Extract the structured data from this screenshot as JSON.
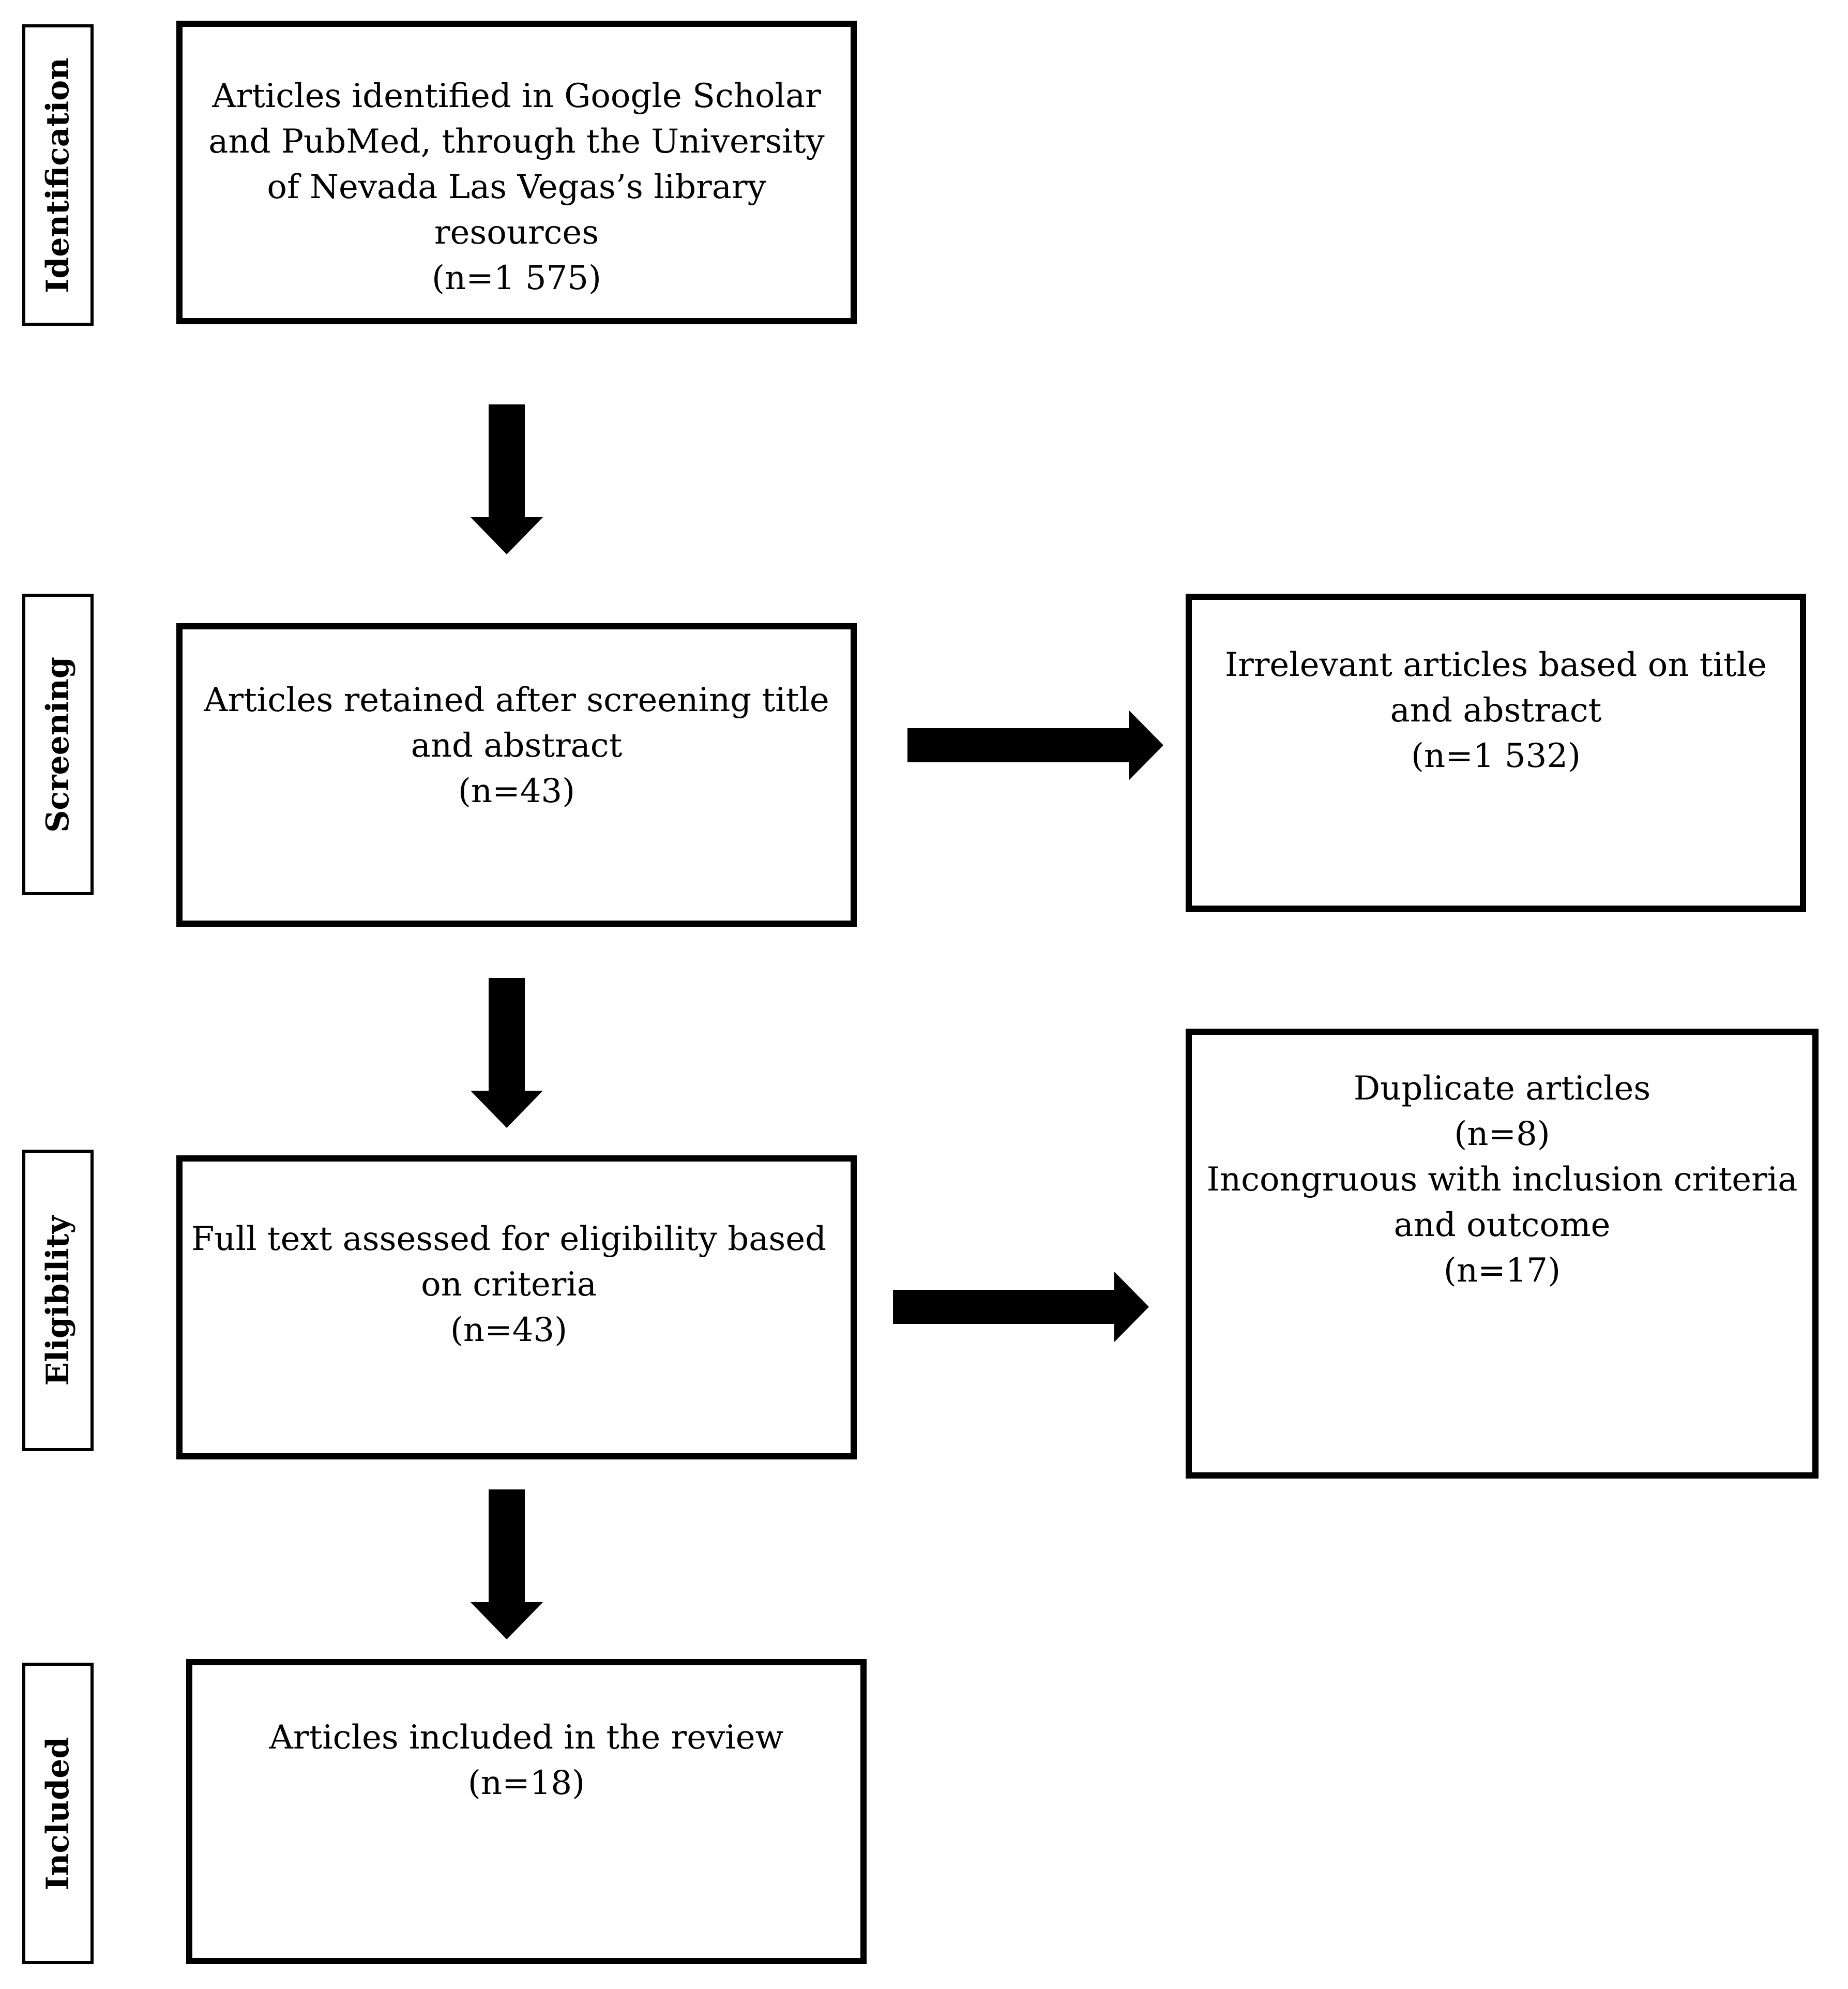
{
  "stages": {
    "identification": "Identification",
    "screening": "Screening",
    "eligibility": "Eligibility",
    "included": "Included"
  },
  "boxes": {
    "identified": {
      "lines": [
        "Articles identified in Google Scholar",
        "and PubMed, through the University",
        "of Nevada Las Vegas’s library",
        "resources",
        "(n=1 575)"
      ]
    },
    "screened": {
      "lines": [
        "Articles retained after screening title",
        "and abstract",
        "(n=43)"
      ]
    },
    "irrelevant": {
      "lines": [
        "Irrelevant articles based on title",
        "and abstract",
        "(n=1 532)"
      ]
    },
    "eligibility": {
      "lines": [
        "Full text assessed for eligibility based",
        "on criteria",
        "(n=43)"
      ]
    },
    "excluded": {
      "lines": [
        "Duplicate articles",
        "(n=8)",
        "Incongruous with inclusion criteria",
        "and outcome",
        "(n=17)"
      ]
    },
    "included": {
      "lines": [
        "Articles included in the review",
        "(n=18)"
      ]
    }
  },
  "colors": {
    "stroke": "#000000",
    "background": "#ffffff"
  }
}
